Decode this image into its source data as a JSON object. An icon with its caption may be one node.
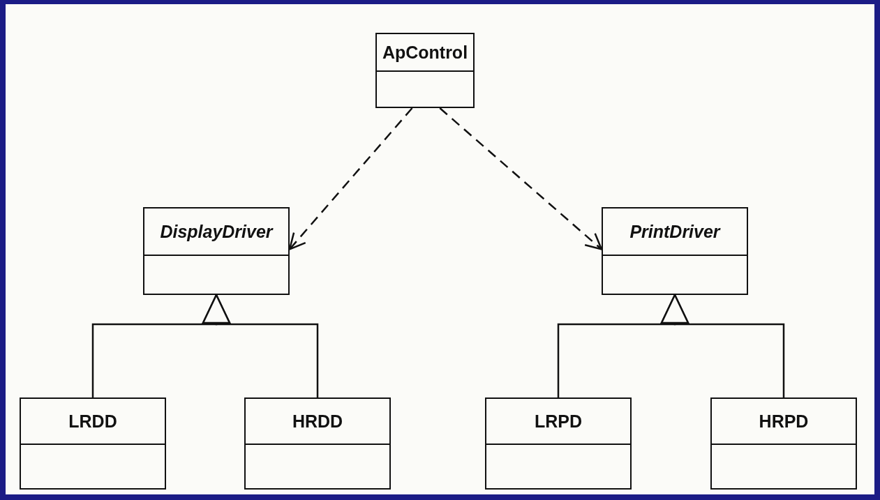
{
  "diagram": {
    "nodes": [
      {
        "text": [
          "ApControl"
        ]
      },
      {
        "text": [
          "DisplayDriver"
        ]
      },
      {
        "text": [
          "PrintDriver"
        ]
      },
      {
        "text": [
          "LRDD"
        ]
      },
      {
        "text": [
          "HRDD"
        ]
      },
      {
        "text": [
          "LRPD"
        ]
      },
      {
        "text": [
          "HRPD"
        ]
      }
    ],
    "edges": [
      {
        "from": 0,
        "to": 1,
        "arrow": "to",
        "style": "dashed"
      },
      {
        "from": 0,
        "to": 2,
        "arrow": "to",
        "style": "dashed"
      },
      {
        "from": 3,
        "to": 1,
        "arrow": "to"
      },
      {
        "from": 4,
        "to": 1,
        "arrow": "to"
      },
      {
        "from": 5,
        "to": 2,
        "arrow": "to"
      },
      {
        "from": 6,
        "to": 2,
        "arrow": "to"
      }
    ]
  }
}
